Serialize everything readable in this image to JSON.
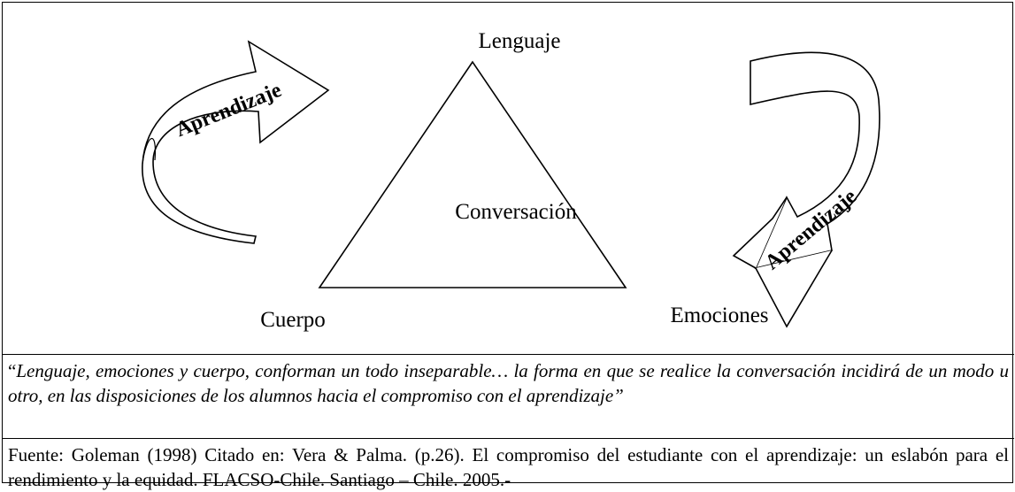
{
  "diagram": {
    "top_label": "Lenguaje",
    "center_label": "Conversación",
    "bottom_left_label": "Cuerpo",
    "bottom_right_label": "Emociones",
    "left_arrow_label": "Aprendizaje",
    "right_arrow_label": "Aprendizaje"
  },
  "quote": {
    "open_mark": "“",
    "text": "Lenguaje, emociones y cuerpo, conforman un todo inseparable… la forma en que se realice la conversación incidirá de un modo u otro, en las disposiciones de los alumnos hacia el compromiso con el aprendizaje”"
  },
  "source": {
    "text": "Fuente: Goleman (1998) Citado en: Vera & Palma. (p.26). El compromiso del estudiante con el aprendizaje: un eslabón para el rendimiento y la equidad. FLACSO-Chile. Santiago – Chile. 2005.-"
  }
}
